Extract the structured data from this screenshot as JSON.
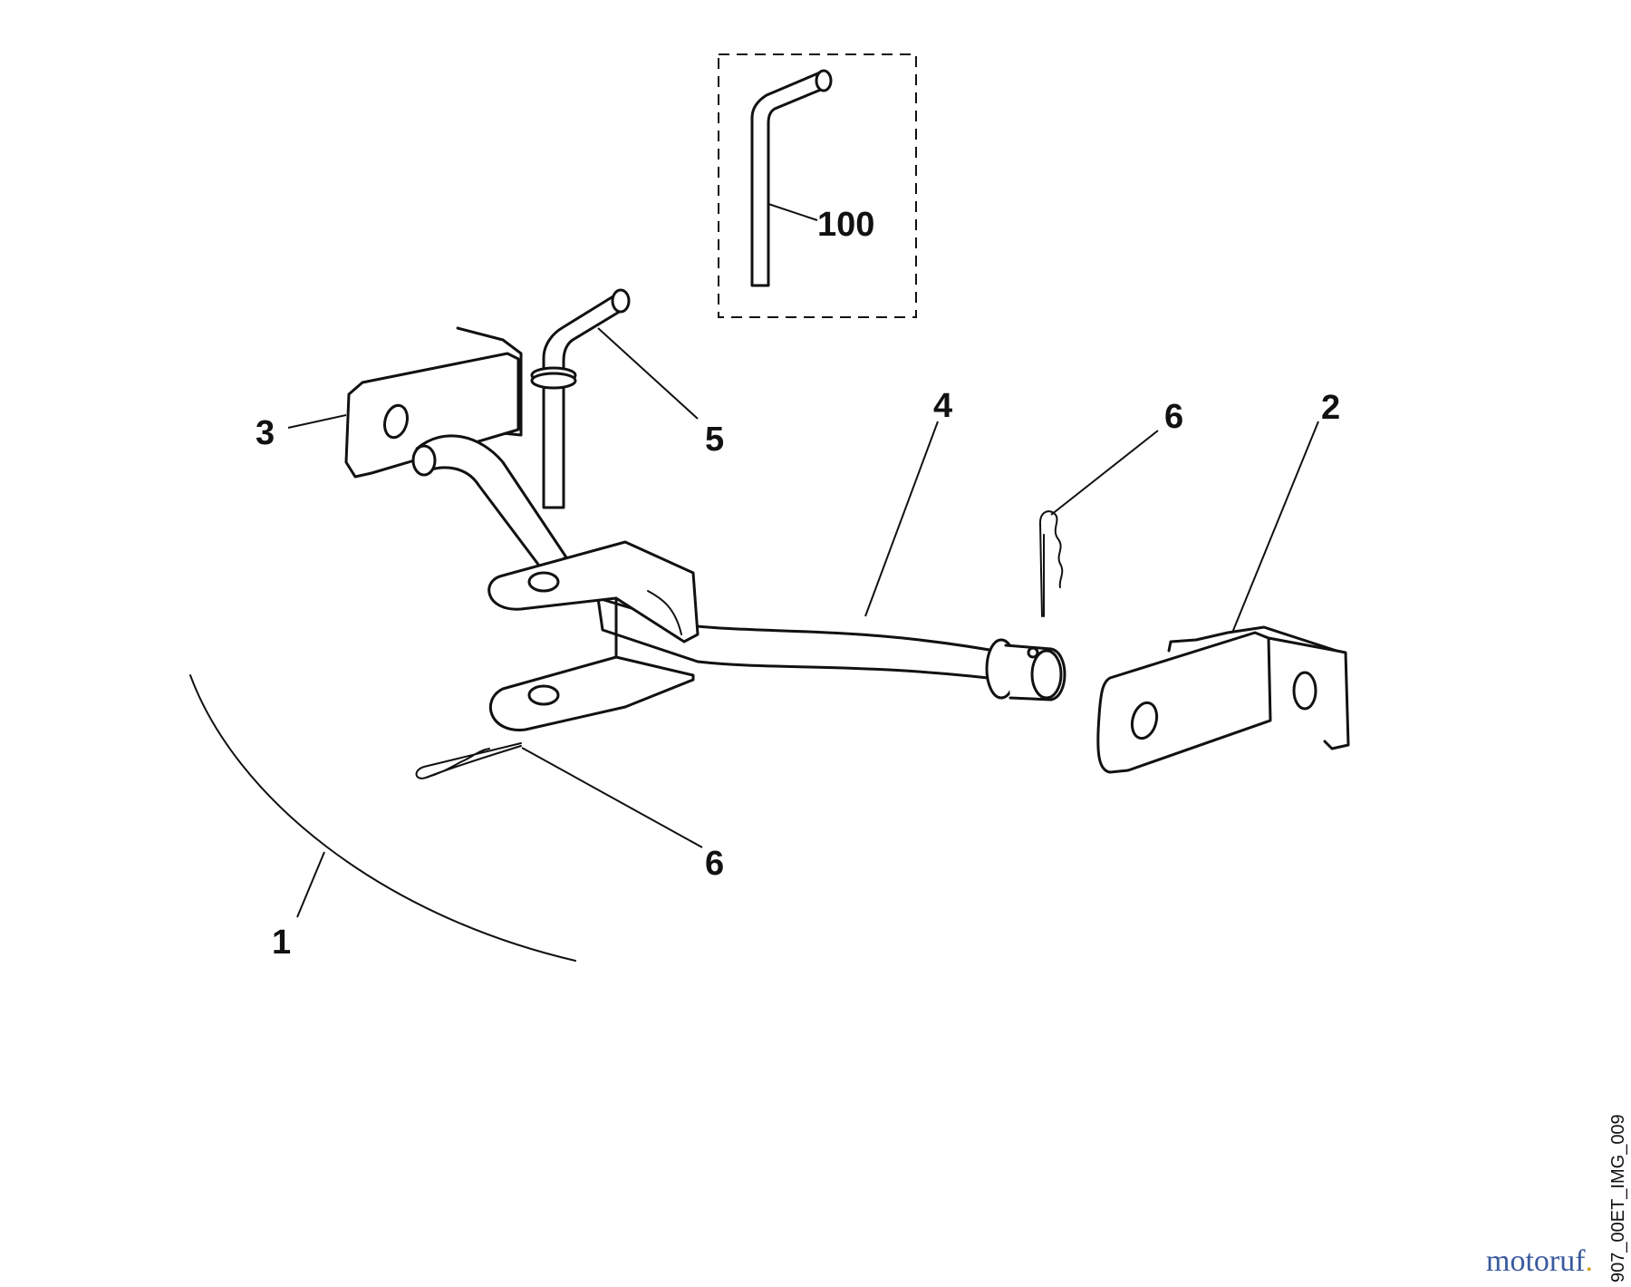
{
  "callouts": {
    "c1": "1",
    "c2": "2",
    "c3": "3",
    "c4": "4",
    "c5": "5",
    "c6_top": "6",
    "c6_bottom": "6",
    "c100": "100"
  },
  "image_code": "907_00ET_IMG_009",
  "watermark": {
    "text_main": "motoruf",
    "text_tail": ".",
    "color_main": "#3a5a9e",
    "color_tail": "#c9a227"
  }
}
